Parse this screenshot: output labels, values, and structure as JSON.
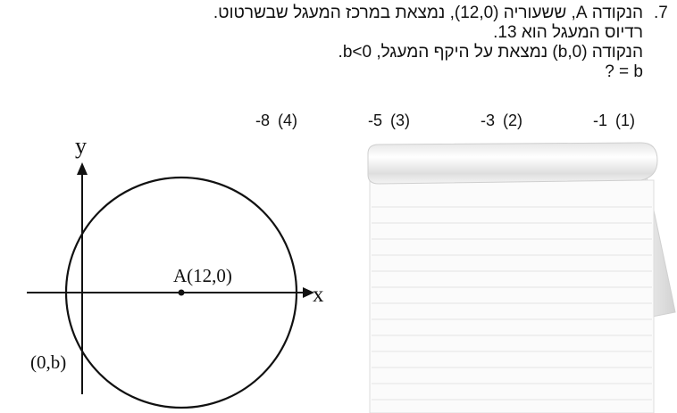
{
  "question": {
    "number": ".7",
    "lines": [
      "הנקודה A, ששעוריה (12,0), נמצאת במרכז המעגל שבשרטוט.",
      "רדיוס המעגל הוא 13.",
      "הנקודה (0,b) נמצאת על היקף המעגל, b<0.",
      "b = ?"
    ]
  },
  "options": [
    {
      "num": "(1)",
      "value": "-1"
    },
    {
      "num": "(2)",
      "value": "-3"
    },
    {
      "num": "(3)",
      "value": "-5"
    },
    {
      "num": "(4)",
      "value": "-8"
    }
  ],
  "diagram": {
    "y_label": "y",
    "x_label": "x",
    "center_label": "A(12,0)",
    "point_label": "(0,b)"
  },
  "colors": {
    "ink": "#111111",
    "paper": "#fbfbfb",
    "paper_lines": "#e3e3e3"
  }
}
